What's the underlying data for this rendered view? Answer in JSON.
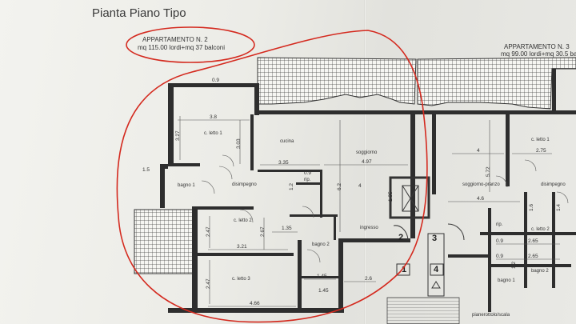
{
  "title": "Pianta Piano Tipo",
  "apartment_2": {
    "name": "APPARTAMENTO N. 2",
    "area": "mq 115.00 lordi+mq 37 balconi"
  },
  "apartment_3": {
    "name": "APPARTAMENTO N. 3",
    "area": "mq 99.00 lordi+mq 30.5 balconi"
  },
  "rooms": {
    "letto1": "c. letto 1",
    "bagno1": "bagno 1",
    "disimpegno": "disimpegno",
    "cucina": "cucina",
    "soggiorno": "soggiorno",
    "rip": "rip.",
    "letto2": "c. letto 2",
    "letto3": "c. letto 3",
    "bagno2": "bagno 2",
    "ingresso": "ingresso",
    "a3_letto1": "c. letto 1",
    "a3_soggiorno": "soggiorno-pranzo",
    "a3_disimpegno": "disimpegno",
    "a3_letto2": "c. letto 2",
    "a3_bagno1": "bagno 1",
    "a3_bagno2": "bagno 2",
    "a3_rip": "rip.",
    "pianerottolo": "pianerottolo/scala"
  },
  "dims": {
    "d_0_9": "0.9",
    "d_3_8": "3.8",
    "d_3_35": "3.35",
    "d_4_97": "4.97",
    "d_1_5": "1.5",
    "d_3_27": "3.27",
    "d_3_03": "3.03",
    "d_0_9b": "0.9",
    "d_4": "4",
    "d_6_2": "6.2",
    "d_2_47": "2.47",
    "d_2_67": "2.67",
    "d_1_35": "1.35",
    "d_3_21": "3.21",
    "d_2_47b": "2.47",
    "d_1_45": "1.45",
    "d_2_6": "2.6",
    "d_1_45b": "1.45",
    "d_4_66": "4.66",
    "d_1_85": "1.85",
    "d_1_2": "1.2",
    "d_4_a3": "4",
    "d_5_72": "5.72",
    "d_2_75": "2.75",
    "d_4_6": "4.6",
    "d_2_65": "2.65",
    "d_2_65b": "2.65",
    "d_0_9c": "0.9",
    "d_0_9d": "0.9",
    "d_1_2b": "1.2",
    "d_1_6": "1.6",
    "d_1_4": "1.4"
  },
  "stair_labels": {
    "n1": "1",
    "n2": "2",
    "n3": "3",
    "n4": "4"
  },
  "colors": {
    "annotation": "#d42a1f",
    "ink": "#2e2e2e"
  }
}
